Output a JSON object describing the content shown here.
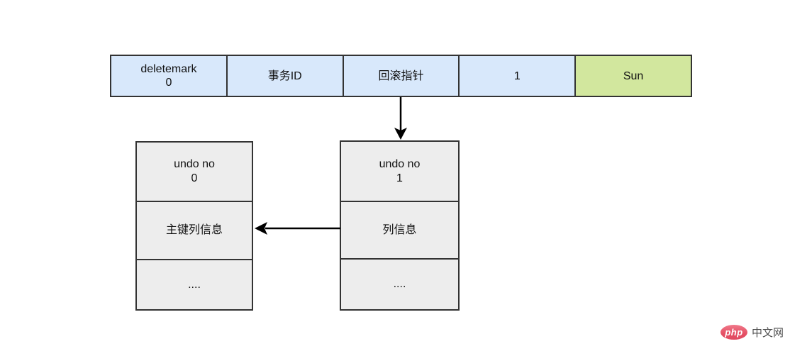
{
  "record_row": {
    "cells": [
      "deletemark\n0",
      "事务ID",
      "回滚指针",
      "1",
      "Sun"
    ]
  },
  "undo_logs": [
    {
      "cells": [
        "undo no\n0",
        "主键列信息",
        "...."
      ]
    },
    {
      "cells": [
        "undo no\n1",
        "列信息",
        "...."
      ]
    }
  ],
  "watermark": {
    "logo": "php",
    "site": "中文网"
  },
  "colors": {
    "cell_blue": "#d8e8fb",
    "cell_green": "#d2e79e",
    "box_gray": "#ededed",
    "border_dark": "#333333",
    "arrow_black": "#000000",
    "watermark_red": "#e54f64",
    "watermark_text": "#4d4d4d"
  }
}
